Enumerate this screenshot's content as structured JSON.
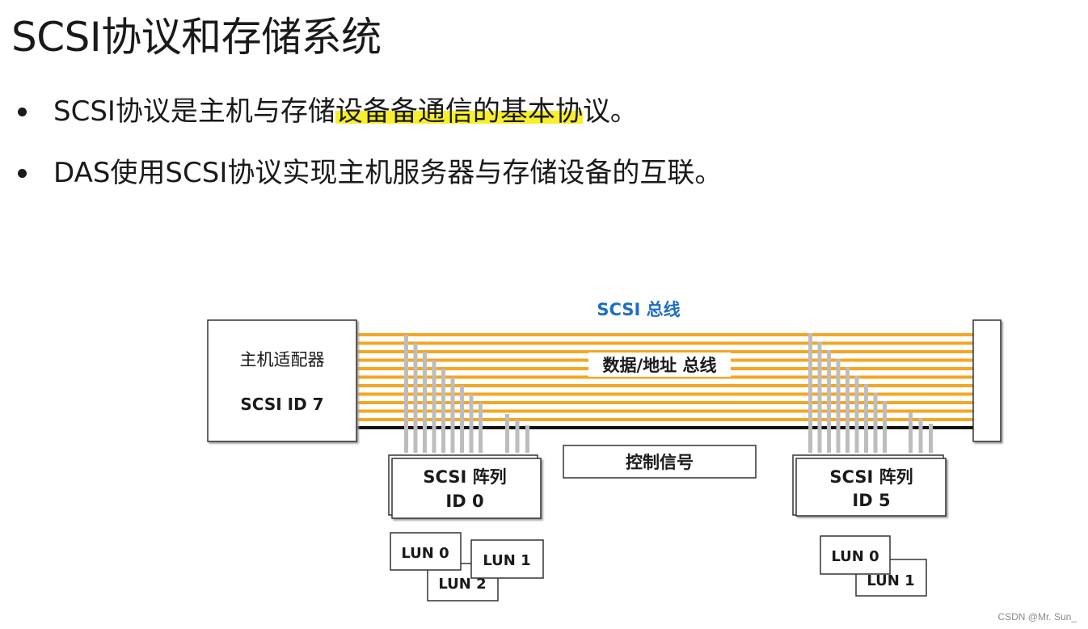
{
  "title": "SCSI协议和存储系统",
  "bullets": [
    {
      "prefix": "SCSI协议是主机与存储",
      "highlight": "设备备通信的基本协",
      "suffix": "议。"
    },
    {
      "prefix": "DAS使用SCSI协议实现主机服务器与存储设备的互联。",
      "highlight": "",
      "suffix": ""
    }
  ],
  "diagram": {
    "bus_title": "SCSI 总线",
    "data_bus_label": "数据/地址 总线",
    "control_label": "控制信号",
    "host_adapter": {
      "name": "主机适配器",
      "id": "SCSI ID 7"
    },
    "array_0": {
      "name": "SCSI 阵列",
      "id": "ID 0",
      "luns": [
        "LUN 0",
        "LUN 1",
        "LUN 2"
      ]
    },
    "array_5": {
      "name": "SCSI 阵列",
      "id": "ID 5",
      "luns": [
        "LUN 0",
        "LUN 1"
      ]
    },
    "colors": {
      "bus_line": "#f5a623",
      "bus_title": "#1f6fc0",
      "connector": "#bdbdbd",
      "highlight": "#f7ef2c"
    }
  },
  "watermark": "CSDN @Mr. Sun_"
}
